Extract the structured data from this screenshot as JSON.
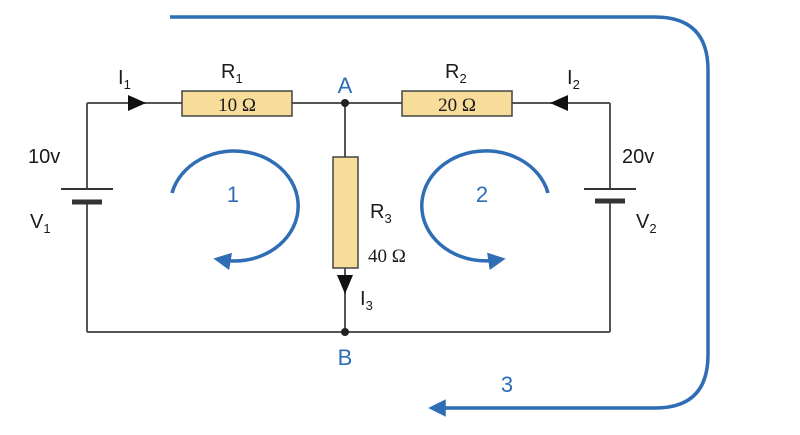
{
  "colors": {
    "wire": "#555555",
    "resistor_fill": "#f7dc9a",
    "resistor_stroke": "#444444",
    "loop_blue": "#2f6db5",
    "text": "#1a1a1a"
  },
  "resistors": {
    "r1": {
      "name": "R",
      "sub": "1",
      "value": "10 Ω"
    },
    "r2": {
      "name": "R",
      "sub": "2",
      "value": "20 Ω"
    },
    "r3": {
      "name": "R",
      "sub": "3",
      "value": "40 Ω"
    }
  },
  "currents": {
    "i1": {
      "name": "I",
      "sub": "1"
    },
    "i2": {
      "name": "I",
      "sub": "2"
    },
    "i3": {
      "name": "I",
      "sub": "3"
    }
  },
  "sources": {
    "v1": {
      "name": "V",
      "sub": "1",
      "voltage": "10v"
    },
    "v2": {
      "name": "V",
      "sub": "2",
      "voltage": "20v"
    }
  },
  "nodes": {
    "a": "A",
    "b": "B"
  },
  "loops": {
    "loop1": "1",
    "loop2": "2",
    "loop3": "3"
  }
}
